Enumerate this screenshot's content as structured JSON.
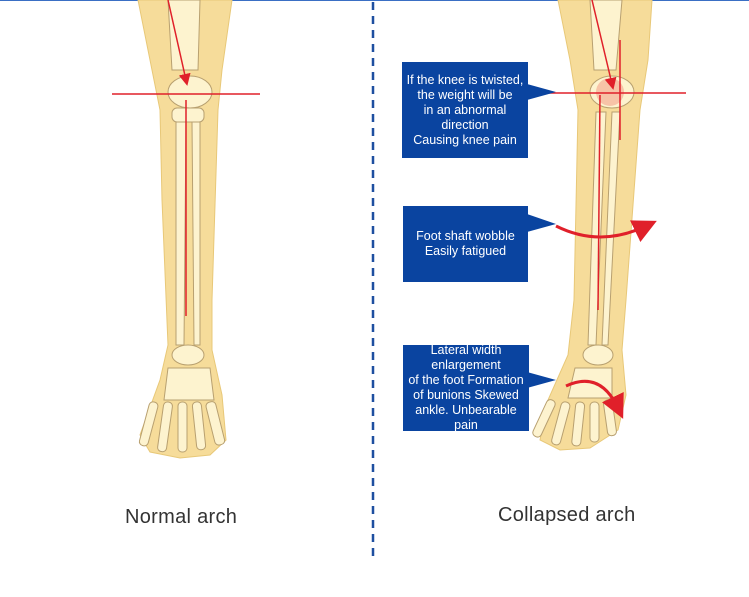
{
  "callouts": [
    {
      "text": "If the knee is twisted,\nthe weight will be\nin an abnormal\ndirection\nCausing knee pain"
    },
    {
      "text": "Foot shaft wobble\nEasily fatigued"
    },
    {
      "text": "Lateral width\nenlargement\nof the foot Formation\nof bunions Skewed\nankle.  Unbearable pain"
    }
  ],
  "captions": {
    "normal": "Normal arch",
    "collapsed": "Collapsed arch"
  },
  "colors": {
    "callout_bg": "#0a44a0",
    "divider": "#1e4fa0",
    "force_line": "#e0202a",
    "skin": "#f6dc9a",
    "bone": "#fdf3cf"
  }
}
